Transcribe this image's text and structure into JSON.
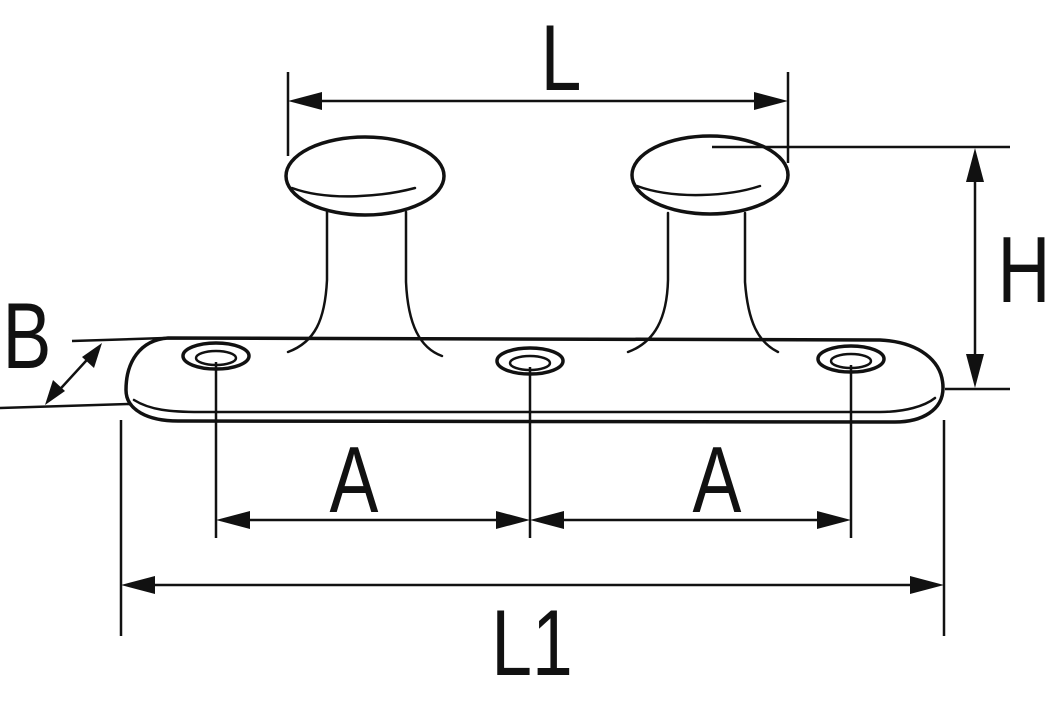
{
  "labels": {
    "L": "L",
    "H": "H",
    "B": "B",
    "A_left": "A",
    "A_right": "A",
    "L1": "L1"
  },
  "colors": {
    "line": "#111111",
    "background": "#ffffff"
  }
}
